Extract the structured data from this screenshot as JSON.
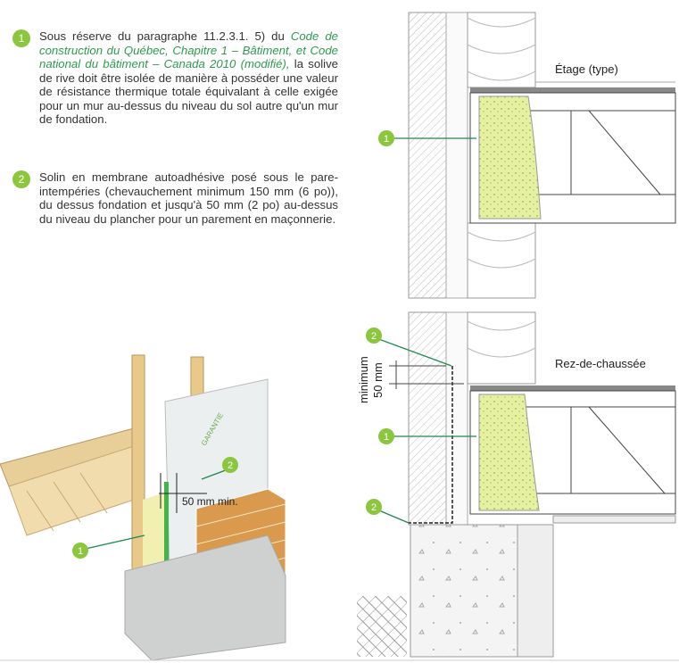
{
  "notes": [
    {
      "number": "1",
      "text_before": "Sous réserve du paragraphe 11.2.3.1. 5) du ",
      "reference": "Code de construction du Québec, Chapitre 1 – Bâtiment, et Code national du bâtiment – Canada 2010 (modifié),",
      "text_after": " la solive de rive doit être isolée de manière à posséder une valeur de résistance thermique totale équivalant à celle exigée pour un mur au-dessus du niveau du sol autre qu'un mur de fondation."
    },
    {
      "number": "2",
      "text": "Solin en membrane autoadhésive posé sous le pare-intempéries (chevauchement minimum 150 mm (6 po)), du dessus fondation et jusqu'à 50 mm (2 po) au-dessus du niveau du plancher pour un parement en maçonnerie."
    }
  ],
  "section": {
    "upper_label": "Étage (type)",
    "lower_label": "Rez-de-chaussée",
    "dimension_minimum": "minimum",
    "dimension_value": "50 mm",
    "callouts": [
      "1",
      "2"
    ]
  },
  "illustration": {
    "dimension_label": "50 mm min.",
    "sheathing_brand": "GARANTIE",
    "callouts": [
      "1",
      "2"
    ]
  },
  "colors": {
    "accent": "#8cc63f",
    "reference_text": "#2e9a4e",
    "arrow": "#1f8a4c",
    "spray_foam": "#e6f0a0"
  }
}
